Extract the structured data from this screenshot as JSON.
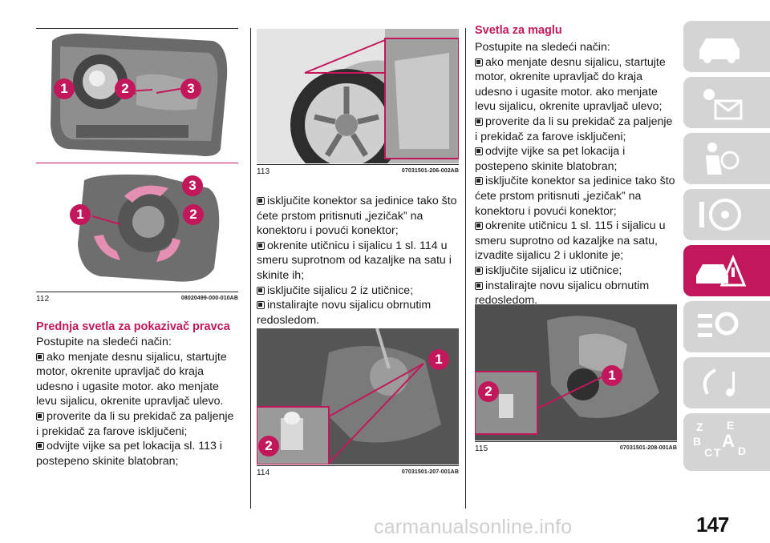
{
  "figures": {
    "f112": {
      "number": "112",
      "code": "08020499-000-010AB",
      "callouts": [
        "1",
        "2",
        "3"
      ]
    },
    "f113": {
      "number": "113",
      "code": "07031501-206-002AB"
    },
    "f114": {
      "number": "114",
      "code": "07031501-207-001AB",
      "callouts": [
        "1",
        "2"
      ]
    },
    "f115": {
      "number": "115",
      "code": "07031501-208-001AB",
      "callouts": [
        "1",
        "2"
      ]
    }
  },
  "left_section": {
    "heading": "Prednja svetla za pokazivač pravca",
    "intro": "Postupite na sledeći način:",
    "steps": [
      "ako menjate desnu sijalicu, startujte motor, okrenite upravljač do kraja udesno i ugasite motor. ako menjate levu sijalicu, okrenite upravljač ulevo.",
      "proverite da li su prekidač za paljenje i prekidač za farove isključeni;",
      "odvijte vijke sa pet lokacija sl. 113 i postepeno skinite blatobran;"
    ]
  },
  "middle_section": {
    "steps": [
      "isključite konektor sa jedinice tako što ćete prstom pritisnuti „jezičak” na konektoru i povući konektor;",
      "okrenite utičnicu i sijalicu 1 sl. 114 u smeru suprotnom od kazaljke na satu i skinite ih;",
      "isključite sijalicu 2 iz utičnice;",
      "instalirajte novu sijalicu obrnutim redosledom."
    ]
  },
  "right_section": {
    "heading": "Svetla za maglu",
    "intro": "Postupite na sledeći način:",
    "steps": [
      "ako menjate desnu sijalicu, startujte motor, okrenite upravljač do kraja udesno i ugasite motor. ako menjate levu sijalicu, okrenite upravljač ulevo;",
      "proverite da li su prekidač za paljenje i prekidač za farove isključeni;",
      "odvijte vijke sa pet lokacija i postepeno skinite blatobran;",
      "isključite konektor sa jedinice tako što ćete prstom pritisnuti „jezičak” na konektoru i povući konektor;",
      "okrenite utičnicu 1 sl. 115 i sijalicu u smeru suprotno od kazaljke na satu, izvadite sijalicu 2 i uklonite je;",
      "isključite sijalicu iz utičnice;",
      "instalirajte novu sijalicu obrnutim redosledom."
    ]
  },
  "sidebar": {
    "tabs": [
      {
        "icon": "car-dashboard-icon",
        "active": false
      },
      {
        "icon": "warning-light-icon",
        "active": false
      },
      {
        "icon": "airbag-seat-icon",
        "active": false
      },
      {
        "icon": "steering-wheel-icon",
        "active": false
      },
      {
        "icon": "breakdown-car-icon",
        "active": true
      },
      {
        "icon": "maintenance-gears-icon",
        "active": false
      },
      {
        "icon": "multimedia-icon",
        "active": false
      },
      {
        "icon": "alphabetical-index-icon",
        "active": false
      }
    ],
    "index_letters": [
      "Z",
      "E",
      "B",
      "C",
      "A",
      "T",
      "D"
    ]
  },
  "page_number": "147",
  "watermark": "carmanualsonline.info",
  "colors": {
    "accent": "#c2185b",
    "tab_grey": "#d4d4d4",
    "text": "#1a1a1a"
  }
}
